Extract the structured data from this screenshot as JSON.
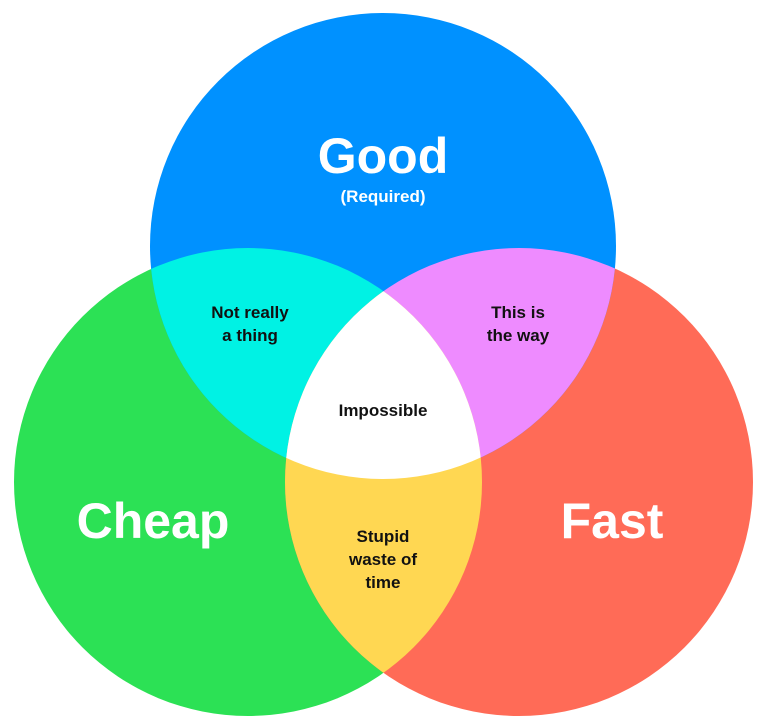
{
  "colors": {
    "good": "#0091FF",
    "cheap": "#2CE155",
    "fast": "#FF6B57",
    "good_cheap": "#00F2E4",
    "good_fast": "#EE8BFF",
    "cheap_fast": "#FFD752",
    "all": "#FFFFFF"
  },
  "sets": {
    "good": {
      "label": "Good",
      "sublabel": "(Required)"
    },
    "cheap": {
      "label": "Cheap"
    },
    "fast": {
      "label": "Fast"
    }
  },
  "intersections": {
    "good_cheap": [
      "Not really",
      "a thing"
    ],
    "good_fast": [
      "This is",
      "the way"
    ],
    "cheap_fast": [
      "Stupid",
      "waste of",
      "time"
    ],
    "all": [
      "Impossible"
    ]
  }
}
